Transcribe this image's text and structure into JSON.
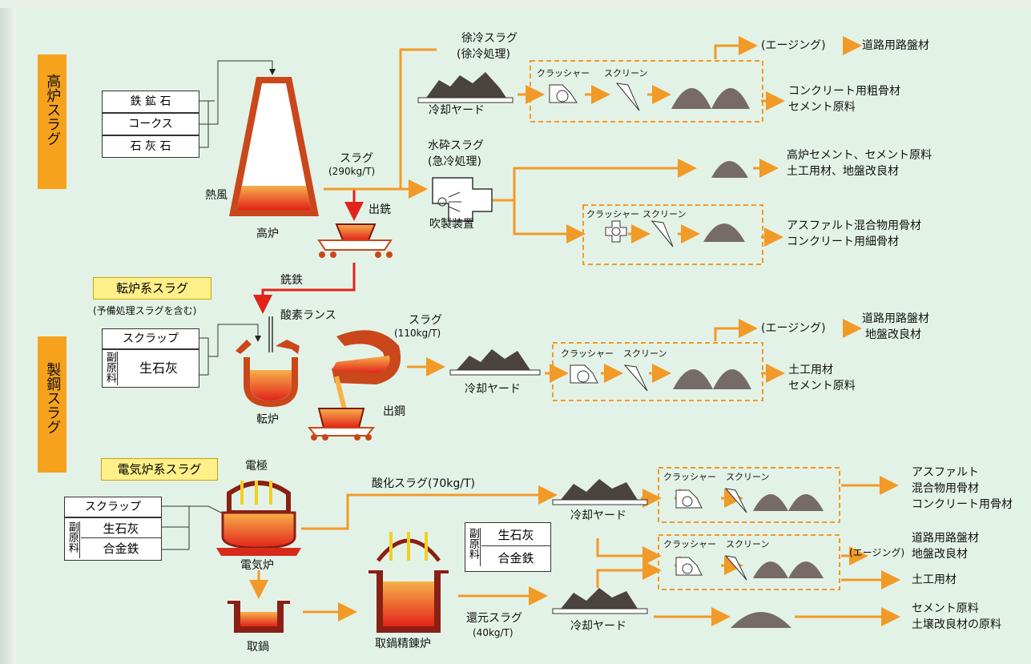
{
  "left_labels": {
    "blast_furnace_slag": "高炉スラグ",
    "steelmaking_slag": "製鋼スラグ"
  },
  "tags": {
    "converter_slag": "転炉系スラグ",
    "eaf_slag": "電気炉系スラグ"
  },
  "inputs_bf": [
    "鉄 鉱 石",
    "コークス",
    "石 灰 石"
  ],
  "bf": {
    "hot_air": "熱風",
    "furnace": "高炉",
    "tapping": "出銑",
    "slag": "スラグ",
    "slag_rate": "(290kg/T)",
    "pig_iron": "銑鉄"
  },
  "slow_cool": {
    "name": "徐冷スラグ",
    "process": "(徐冷処理)",
    "yard": "冷却ヤード",
    "crusher": "クラッシャー",
    "screen": "スクリーン",
    "aging": "(エージング)",
    "use_road": "道路用路盤材",
    "use_1": "コンクリート用粗骨材",
    "use_2": "セメント原料"
  },
  "granulated": {
    "name": "水砕スラグ",
    "process": "(急冷処理)",
    "device": "吹製装置",
    "use_1": "高炉セメント、セメント原料",
    "use_2": "土工用材、地盤改良材",
    "crusher": "クラッシャー",
    "screen": "スクリーン",
    "use_3": "アスファルト混合物用骨材",
    "use_4": "コンクリート用細骨材"
  },
  "converter": {
    "pretreat_note": "(予備処理スラグを含む)",
    "scrap": "スクラップ",
    "sub_material": "副原料",
    "lime": "生石灰",
    "lance": "酸素ランス",
    "furnace": "転炉",
    "slag": "スラグ",
    "slag_rate": "(110kg/T)",
    "tapping": "出鋼",
    "yard": "冷却ヤード",
    "crusher": "クラッシャー",
    "screen": "スクリーン",
    "aging": "(エージング)",
    "use_road": "道路用路盤材",
    "use_ground": "地盤改良材",
    "use_1": "土工用材",
    "use_2": "セメント原料"
  },
  "eaf": {
    "electrode": "電極",
    "scrap": "スクラップ",
    "sub_material": "副原料",
    "lime": "生石灰",
    "alloy": "合金鉄",
    "furnace": "電気炉",
    "ladle": "取鍋",
    "refiner": "取鍋精錬炉",
    "sub2_lime": "生石灰",
    "sub2_alloy": "合金鉄",
    "ox_slag": "酸化スラグ(70kg/T)",
    "yard1": "冷却ヤード",
    "red_slag": "還元スラグ",
    "red_rate": "(40kg/T)",
    "yard2": "冷却ヤード",
    "crusher": "クラッシャー",
    "screen": "スクリーン",
    "crusher2": "クラッシャー",
    "screen2": "スクリーン",
    "use_asph_1": "アスファルト",
    "use_asph_2": "混合物用骨材",
    "use_conc": "コンクリート用骨材",
    "aging": "(エージング)",
    "use_road": "道路用路盤材",
    "use_ground": "地盤改良材",
    "use_earth": "土工用材",
    "use_cement": "セメント原料",
    "use_soil": "土壌改良材の原料"
  },
  "colors": {
    "flow": "#f29a27",
    "hot": "#e2231a",
    "slag_pile": "#6f6661",
    "panel": "#e3f2e7",
    "label_bg": "#f7a21c",
    "tag_bg": "#fff08a"
  }
}
